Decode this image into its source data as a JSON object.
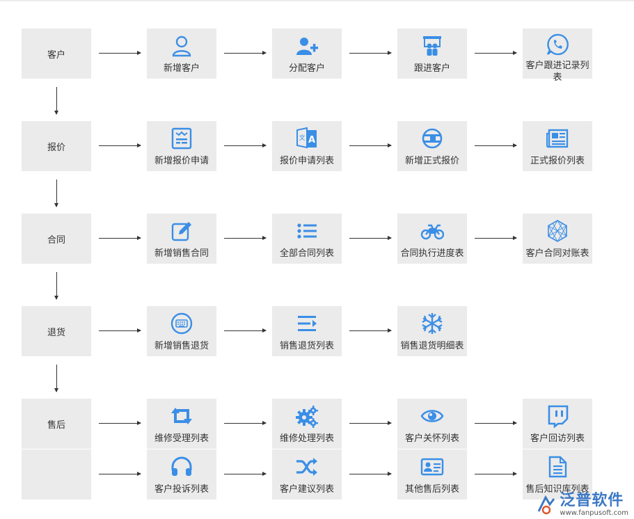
{
  "rows": [
    {
      "category": "客户",
      "items": [
        {
          "label": "新增客户",
          "icon": "user-icon"
        },
        {
          "label": "分配客户",
          "icon": "user-add-icon"
        },
        {
          "label": "跟进客户",
          "icon": "presentation-icon"
        },
        {
          "label": "客户跟进记录列表",
          "icon": "whatsapp-icon"
        }
      ]
    },
    {
      "category": "报价",
      "items": [
        {
          "label": "新增报价申请",
          "icon": "form-icon"
        },
        {
          "label": "报价申请列表",
          "icon": "translate-icon"
        },
        {
          "label": "新增正式报价",
          "icon": "globe-icon"
        },
        {
          "label": "正式报价列表",
          "icon": "newspaper-icon"
        }
      ]
    },
    {
      "category": "合同",
      "items": [
        {
          "label": "新增销售合同",
          "icon": "edit-icon"
        },
        {
          "label": "全部合同列表",
          "icon": "list-icon"
        },
        {
          "label": "合同执行进度表",
          "icon": "motorcycle-icon"
        },
        {
          "label": "客户合同对账表",
          "icon": "hexagon-icon"
        }
      ]
    },
    {
      "category": "退货",
      "items": [
        {
          "label": "新增销售退货",
          "icon": "keyboard-icon"
        },
        {
          "label": "销售退货列表",
          "icon": "indent-icon"
        },
        {
          "label": "销售退货明细表",
          "icon": "snowflake-icon"
        }
      ]
    },
    {
      "category": "售后",
      "items": [
        {
          "label": "维修受理列表",
          "icon": "retweet-icon"
        },
        {
          "label": "维修处理列表",
          "icon": "gears-icon"
        },
        {
          "label": "客户关怀列表",
          "icon": "eye-icon"
        },
        {
          "label": "客户回访列表",
          "icon": "twitch-icon"
        }
      ]
    },
    {
      "category": "",
      "items": [
        {
          "label": "客户投诉列表",
          "icon": "headphones-icon"
        },
        {
          "label": "客户建议列表",
          "icon": "shuffle-icon"
        },
        {
          "label": "其他售后列表",
          "icon": "id-card-icon"
        },
        {
          "label": "售后知识库列表",
          "icon": "document-icon"
        }
      ]
    }
  ],
  "watermark": {
    "brand": "泛普软件",
    "url": "www.fanpusoft.com"
  },
  "colors": {
    "icon": "#3a8ee6",
    "box": "#ebebeb",
    "line": "#333333"
  }
}
